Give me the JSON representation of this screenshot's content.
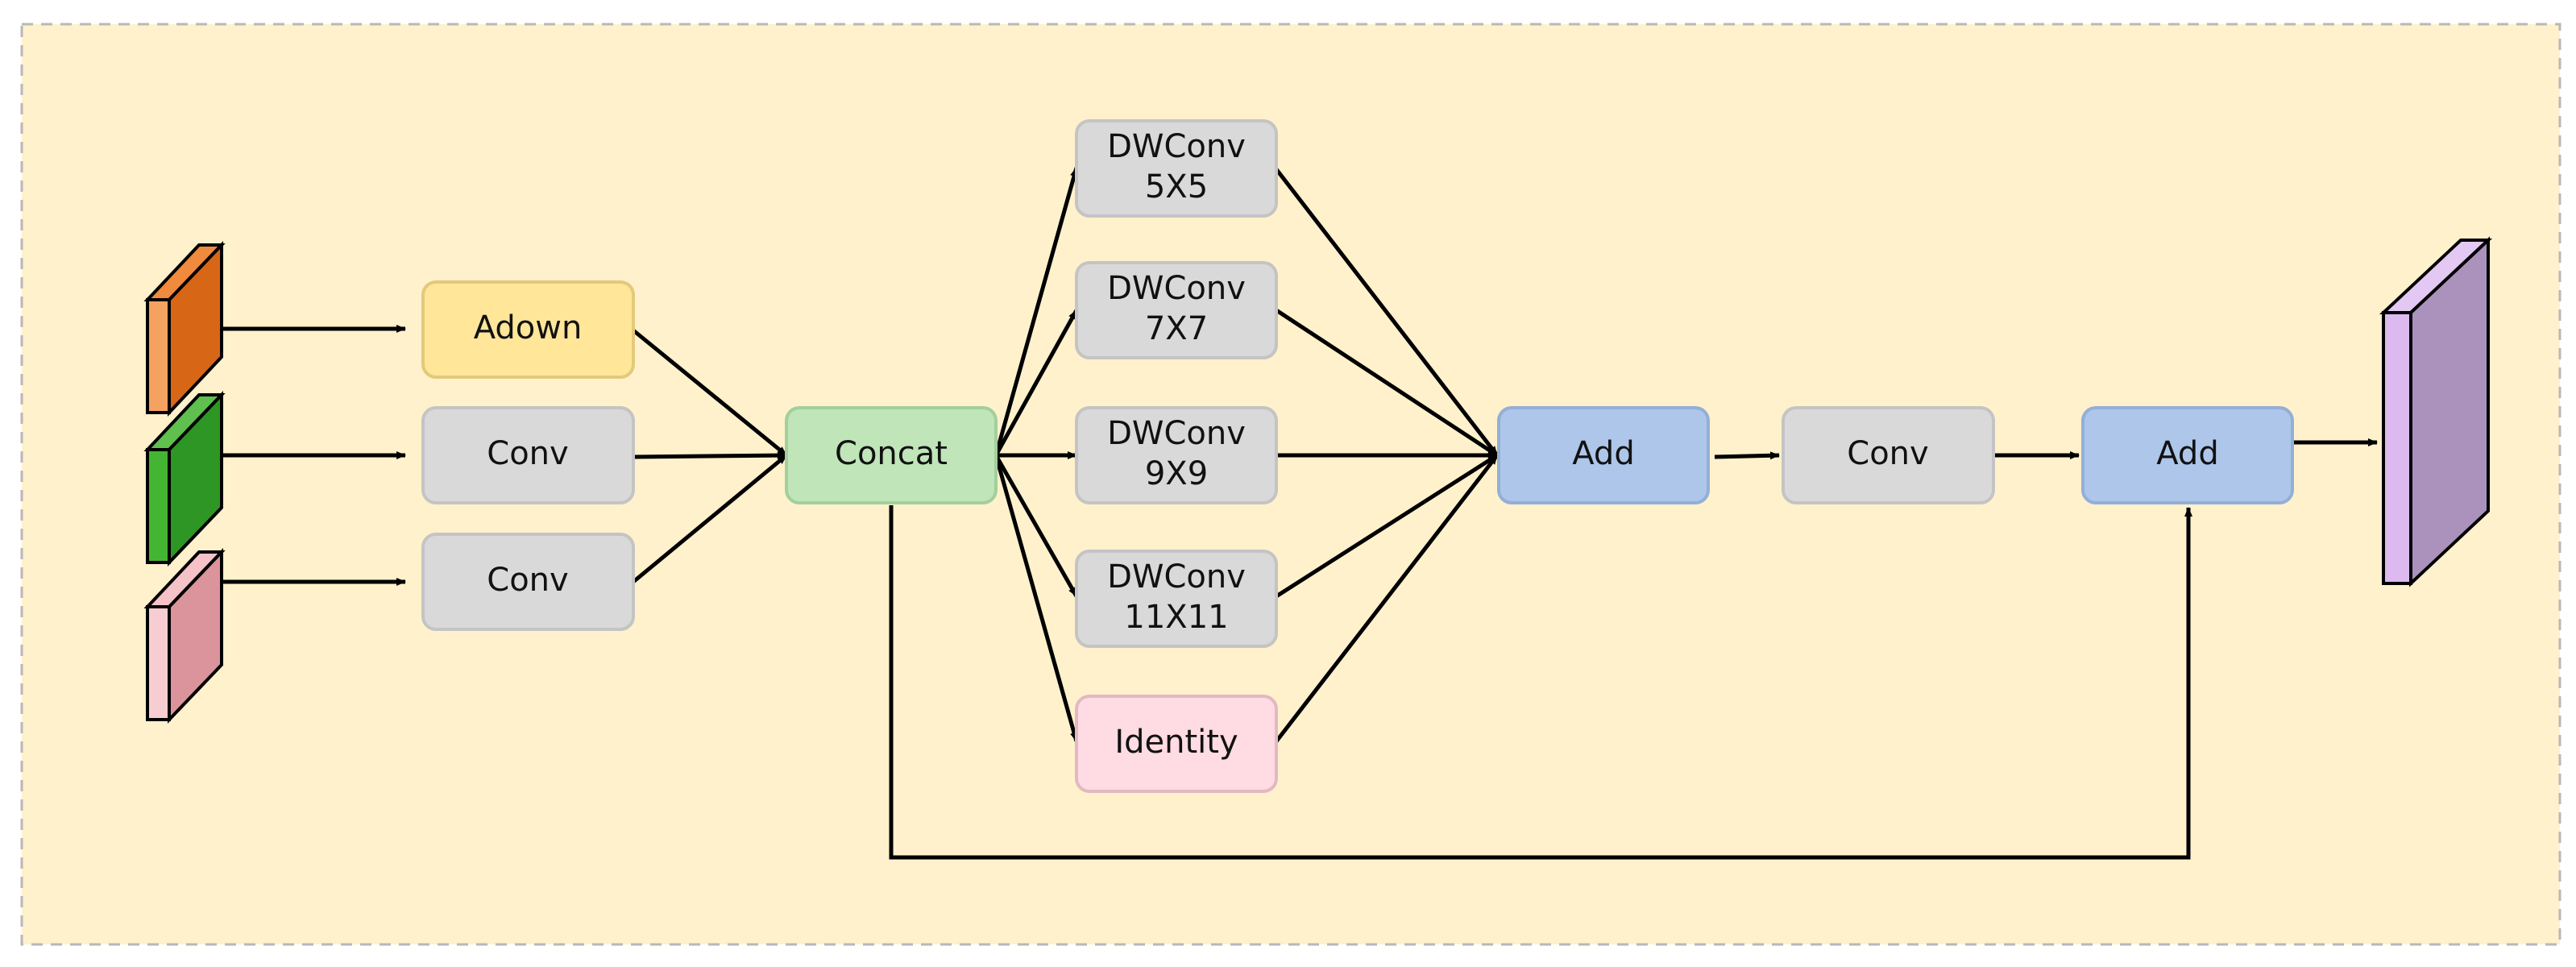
{
  "colors": {
    "panel_fill": "#fff1cc",
    "panel_border": "#b8b8b8",
    "gray_node": "#d9d9d9",
    "gray_node_border": "#c4c4c4",
    "yellow_node": "#ffe699",
    "yellow_node_border": "#e3c97a",
    "green_node": "#bfe5b8",
    "green_node_border": "#a3cf9c",
    "blue_node": "#adc6ea",
    "blue_node_border": "#93afd6",
    "pink_node": "#ffdbe3",
    "pink_node_border": "#e2b9c2",
    "line": "#000000",
    "input_1": "#d76616",
    "input_2": "#2d9624",
    "input_3": "#db949c",
    "output": "#ab92bc"
  },
  "nodes": {
    "adown": "Adown",
    "conv_a": "Conv",
    "conv_b": "Conv",
    "concat": "Concat",
    "dw5_l1": "DWConv",
    "dw5_l2": "5X5",
    "dw7_l1": "DWConv",
    "dw7_l2": "7X7",
    "dw9_l1": "DWConv",
    "dw9_l2": "9X9",
    "dw11_l1": "DWConv",
    "dw11_l2": "11X11",
    "identity": "Identity",
    "add_1": "Add",
    "conv_c": "Conv",
    "add_2": "Add"
  }
}
